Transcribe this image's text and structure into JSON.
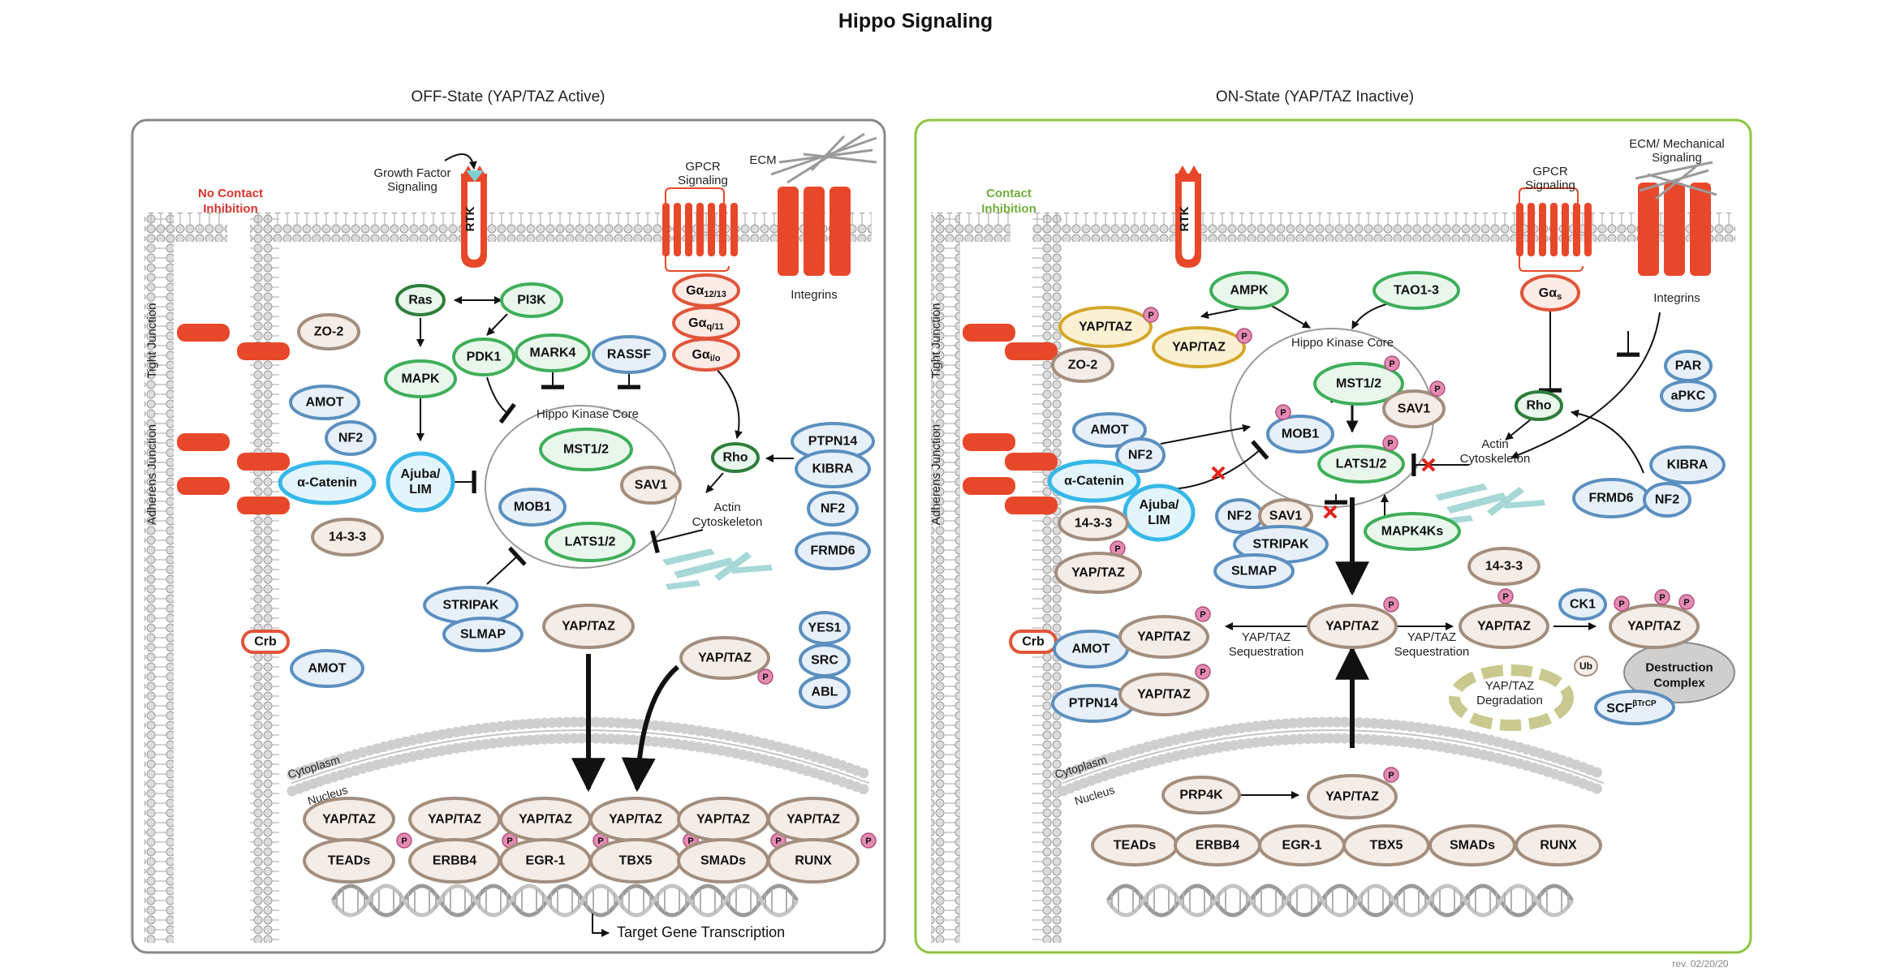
{
  "title": "Hippo Signaling",
  "header_fragment": "",
  "revision": "rev. 02/20/20",
  "colors": {
    "frame_off": "#888888",
    "frame_on": "#8cc63f",
    "receptor": "#e8482a",
    "no_contact_text": "#d9342b",
    "contact_text": "#6fae3b",
    "node_brown": "#a38e7e",
    "node_blue": "#5b8fbf",
    "node_green": "#3fae5a",
    "node_gold": "#d4a62a",
    "node_cyan": "#36b7e8",
    "node_red": "#e0553a",
    "phospho": "#e58bb3",
    "actin": "#8fcfcc",
    "inhibition_cross": "#e2231a"
  },
  "panels": {
    "off": {
      "title": "OFF-State (YAP/TAZ Active)",
      "state_label": [
        "No Contact",
        "Inhibition"
      ],
      "growth_factor": [
        "Growth Factor",
        "Signaling"
      ],
      "rtk": "RTK",
      "gpcr": [
        "GPCR",
        "Signaling"
      ],
      "ecm": "ECM",
      "integrins": "Integrins",
      "tight_junction": "Tight Junction",
      "adherens_junction": "Adherens Junction",
      "hippo_core": "Hippo Kinase Core",
      "actin": [
        "Actin",
        "Cytoskeleton"
      ],
      "cytoplasm": "Cytoplasm",
      "nucleus": "Nucleus",
      "target_gene": "Target Gene Transcription",
      "nodes": {
        "ras": "Ras",
        "pi3k": "PI3K",
        "zo2": "ZO-2",
        "mapk": "MAPK",
        "pdk1": "PDK1",
        "mark4": "MARK4",
        "rassf": "RASSF",
        "amot1": "AMOT",
        "nf2": "NF2",
        "ajuba": [
          "Ajuba/",
          "LIM"
        ],
        "a_catenin": "α-Catenin",
        "p1433": "14-3-3",
        "mst": "MST1/2",
        "sav1": "SAV1",
        "mob1": "MOB1",
        "lats": "LATS1/2",
        "rho": "Rho",
        "ptpn14": "PTPN14",
        "kibra": "KIBRA",
        "nf2_r": "NF2",
        "frmd6": "FRMD6",
        "stripak": "STRIPAK",
        "slmap": "SLMAP",
        "yaptaz": "YAP/TAZ",
        "yaptaz_p": "YAP/TAZ",
        "yes1": "YES1",
        "src": "SRC",
        "abl": "ABL",
        "crb": "Crb",
        "amot2": "AMOT"
      },
      "ga": [
        {
          "main": "Gα",
          "sub": "12/13"
        },
        {
          "main": "Gα",
          "sub": "q/11"
        },
        {
          "main": "Gα",
          "sub": "i/o"
        }
      ],
      "nuclear_yaptaz": [
        "YAP/TAZ",
        "YAP/TAZ",
        "YAP/TAZ",
        "YAP/TAZ",
        "YAP/TAZ",
        "YAP/TAZ"
      ],
      "tfs": [
        "TEADs",
        "ERBB4",
        "EGR-1",
        "TBX5",
        "SMADs",
        "RUNX"
      ]
    },
    "on": {
      "title": "ON-State (YAP/TAZ Inactive)",
      "state_label": [
        "Contact",
        "Inhibition"
      ],
      "rtk": "RTK",
      "gpcr": [
        "GPCR",
        "Signaling"
      ],
      "ecm": [
        "ECM/ Mechanical",
        "Signaling"
      ],
      "integrins": "Integrins",
      "tight_junction": "Tight Junction",
      "adherens_junction": "Adherens Junction",
      "hippo_core": "Hippo Kinase Core",
      "actin": [
        "Actin",
        "Cytoskeleton"
      ],
      "cytoplasm": "Cytoplasm",
      "nucleus": "Nucleus",
      "sequestration_left": [
        "YAP/TAZ",
        "Sequestration"
      ],
      "sequestration_right": [
        "YAP/TAZ",
        "Sequestration"
      ],
      "degradation": [
        "YAP/TAZ",
        "Degradation"
      ],
      "destruction": [
        "Destruction",
        "Complex"
      ],
      "nodes": {
        "yaptaz_gold1": "YAP/TAZ",
        "ampk": "AMPK",
        "yaptaz_gold2": "YAP/TAZ",
        "tao": "TAO1-3",
        "gas_main": "Gα",
        "gas_sub": "s",
        "zo2": "ZO-2",
        "amot": "AMOT",
        "nf2": "NF2",
        "a_catenin": "α-Catenin",
        "ajuba": [
          "Ajuba/",
          "LIM"
        ],
        "p1433": "14-3-3",
        "yaptaz_l": "YAP/TAZ",
        "mst": "MST1/2",
        "sav1": "SAV1",
        "mob1": "MOB1",
        "lats": "LATS1/2",
        "rho": "Rho",
        "par": "PAR",
        "apkc": "aPKC",
        "kibra": "KIBRA",
        "frmd6": "FRMD6",
        "nf2_r": "NF2",
        "nf2_m": "NF2",
        "sav1_m": "SAV1",
        "stripak": "STRIPAK",
        "slmap": "SLMAP",
        "mapk4ks": "MAPK4Ks",
        "yaptaz_c": "YAP/TAZ",
        "p1433_r": "14-3-3",
        "yaptaz_r": "YAP/TAZ",
        "ck1": "CK1",
        "yaptaz_rr": "YAP/TAZ",
        "crb": "Crb",
        "amot_b": "AMOT",
        "yaptaz_b1": "YAP/TAZ",
        "ptpn14": "PTPN14",
        "yaptaz_b2": "YAP/TAZ",
        "ub": "Ub",
        "scf_main": "SCF",
        "scf_sup": "βTrCP",
        "prp4k": "PRP4K",
        "yaptaz_n": "YAP/TAZ"
      },
      "tfs": [
        "TEADs",
        "ERBB4",
        "EGR-1",
        "TBX5",
        "SMADs",
        "RUNX"
      ]
    }
  },
  "phospho_label": "P"
}
